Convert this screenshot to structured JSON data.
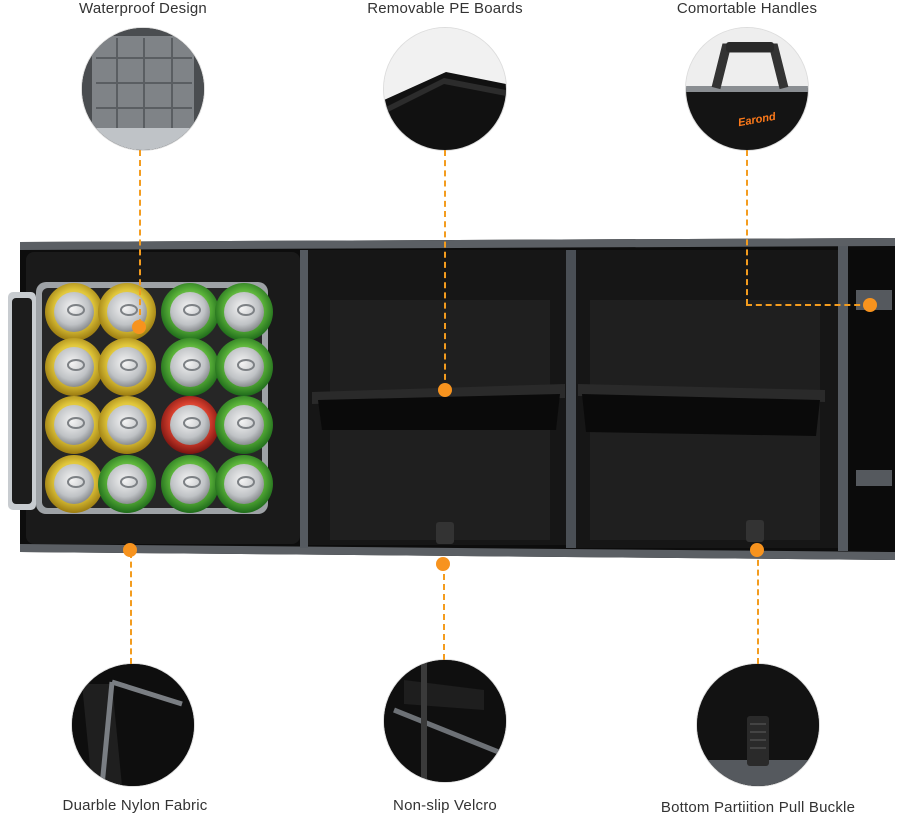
{
  "callouts": {
    "top": [
      {
        "label": "Waterproof Design"
      },
      {
        "label": "Removable PE Boards"
      },
      {
        "label": "Comortable Handles"
      }
    ],
    "bottom": [
      {
        "label": "Duarble  Nylon Fabric"
      },
      {
        "label": "Non-slip Velcro"
      },
      {
        "label": "Bottom Partiition Pull Buckle"
      }
    ]
  },
  "brand": {
    "logo_text": "Earond"
  },
  "colors": {
    "accent": "#f7931e",
    "bag": "#111111",
    "trim": "#6b6f75"
  }
}
